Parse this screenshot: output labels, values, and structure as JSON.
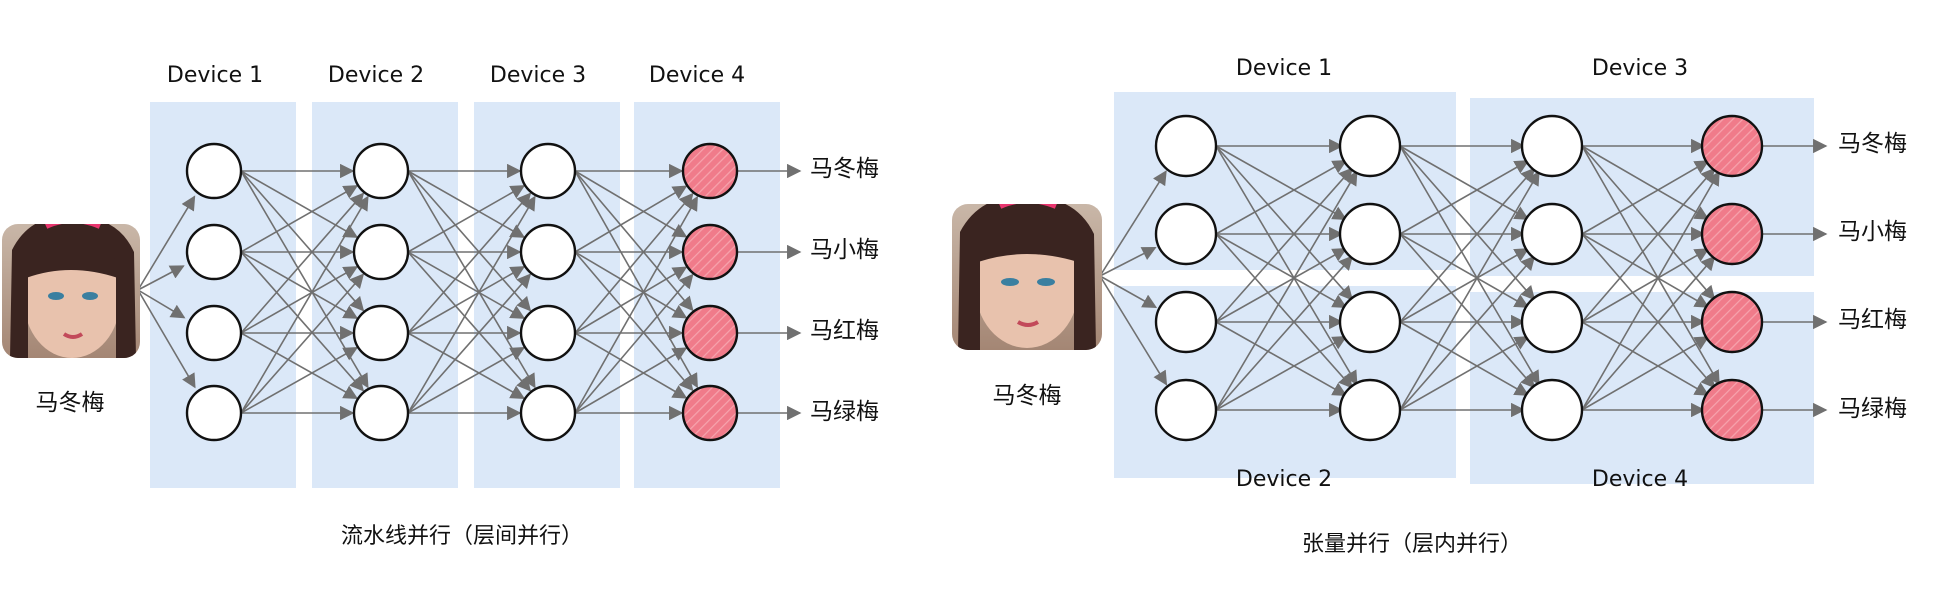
{
  "pipeline": {
    "caption": "流水线并行（层间并行）",
    "input_label": "马冬梅",
    "devices": [
      "Device 1",
      "Device 2",
      "Device 3",
      "Device 4"
    ],
    "outputs": [
      "马冬梅",
      "马小梅",
      "马红梅",
      "马绿梅"
    ]
  },
  "tensor": {
    "caption": "张量并行（层内并行）",
    "input_label": "马冬梅",
    "devices_top": [
      "Device 1",
      "Device 3"
    ],
    "devices_bottom": [
      "Device 2",
      "Device 4"
    ],
    "outputs": [
      "马冬梅",
      "马小梅",
      "马红梅",
      "马绿梅"
    ]
  },
  "colors": {
    "device_panel": "#dbe8f8",
    "edge": "#707070",
    "node_fill": "#ffffff",
    "output_node_fill": "#f07b8a",
    "node_stroke": "#111111"
  }
}
